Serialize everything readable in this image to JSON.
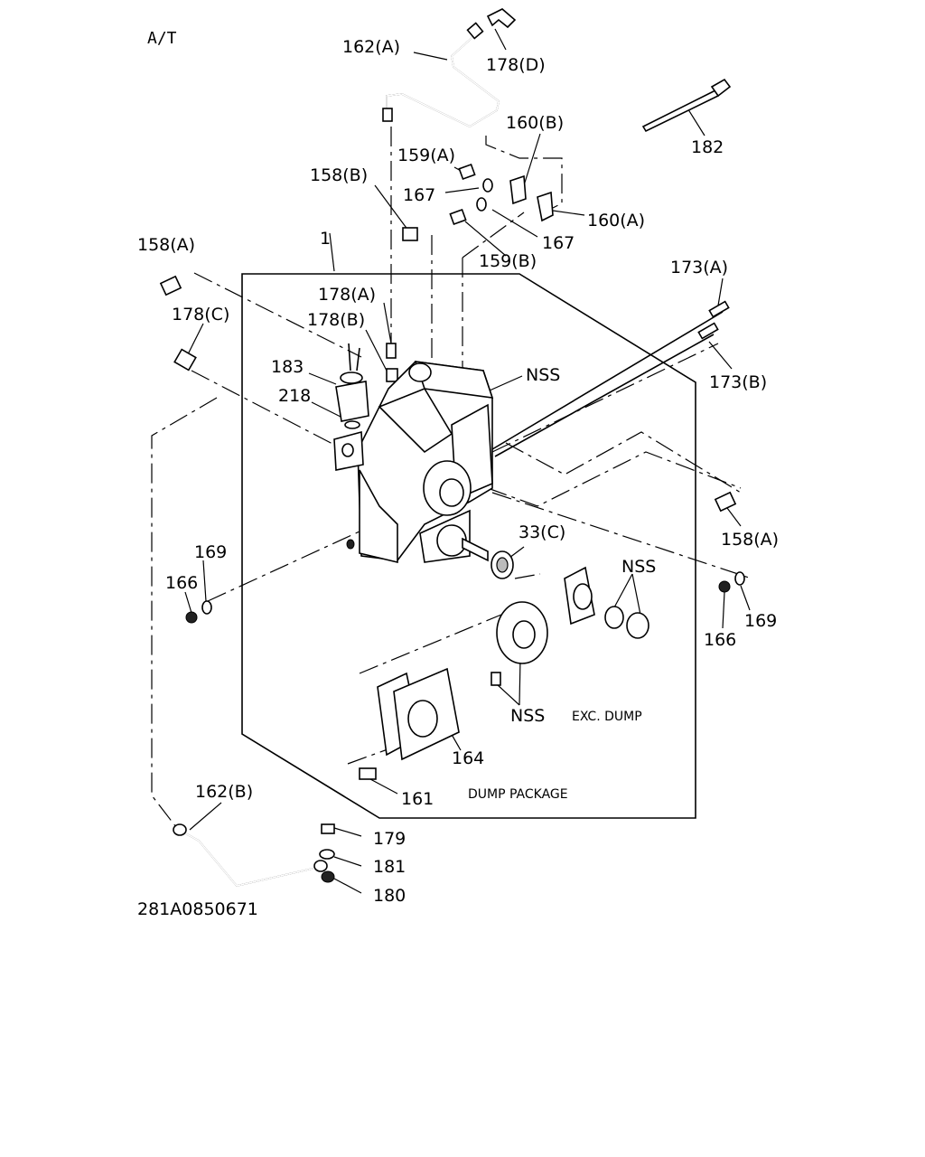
{
  "header": {
    "section": "A/T"
  },
  "footer": {
    "drawing_number": "281A0850671"
  },
  "callouts": {
    "p162a": "162(A)",
    "p178d": "178(D)",
    "p182": "182",
    "p160b": "160(B)",
    "p159a": "159(A)",
    "p158b": "158(B)",
    "p167a": "167",
    "p167b": "167",
    "p160a": "160(A)",
    "p159b": "159(B)",
    "p158a_left": "158(A)",
    "p1": "1",
    "p173a": "173(A)",
    "p178a": "178(A)",
    "p178c": "178(C)",
    "p178b": "178(B)",
    "p183": "183",
    "nss_top": "NSS",
    "p173b": "173(B)",
    "p218": "218",
    "p158a_right": "158(A)",
    "p33c": "33(C)",
    "p169_left": "169",
    "p166_left": "166",
    "nss_right": "NSS",
    "p169_right": "169",
    "p166_right": "166",
    "nss_bottom": "NSS",
    "p164": "164",
    "p161": "161",
    "p162b": "162(B)",
    "p179": "179",
    "p181": "181",
    "p180": "180"
  },
  "notes": {
    "exc_dump": "EXC. DUMP",
    "dump_package": "DUMP PACKAGE"
  }
}
